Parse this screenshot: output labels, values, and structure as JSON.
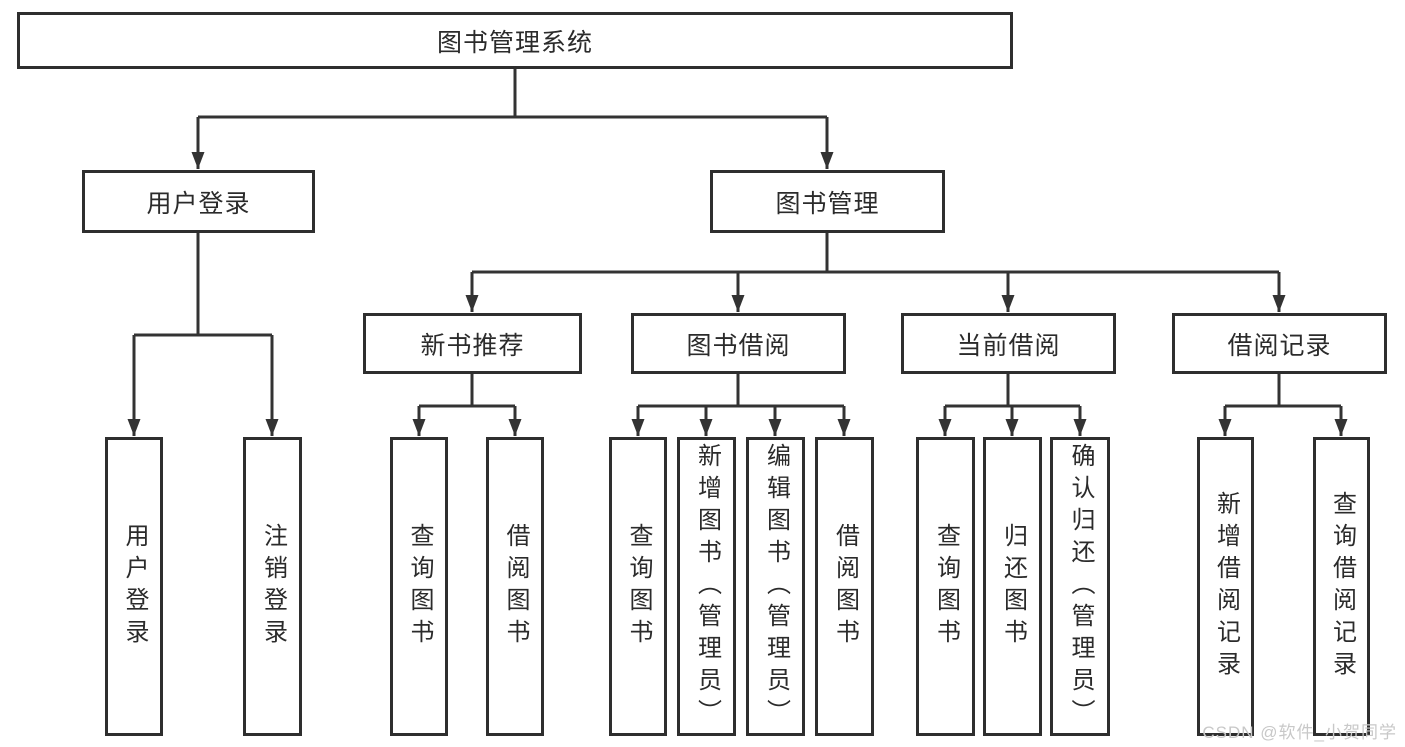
{
  "diagram": {
    "type": "hierarchy-tree",
    "root": {
      "label": "图书管理系统",
      "children": [
        {
          "label": "用户登录",
          "children": [
            {
              "label": "用户登录"
            },
            {
              "label": "注销登录"
            }
          ]
        },
        {
          "label": "图书管理",
          "children": [
            {
              "label": "新书推荐",
              "children": [
                {
                  "label": "查询图书"
                },
                {
                  "label": "借阅图书"
                }
              ]
            },
            {
              "label": "图书借阅",
              "children": [
                {
                  "label": "查询图书"
                },
                {
                  "label": "新增图书（管理员）"
                },
                {
                  "label": "编辑图书（管理员）"
                },
                {
                  "label": "借阅图书"
                }
              ]
            },
            {
              "label": "当前借阅",
              "children": [
                {
                  "label": "查询图书"
                },
                {
                  "label": "归还图书"
                },
                {
                  "label": "确认归还（管理员）"
                }
              ]
            },
            {
              "label": "借阅记录",
              "children": [
                {
                  "label": "新增借阅记录"
                },
                {
                  "label": "查询借阅记录"
                }
              ]
            }
          ]
        }
      ]
    },
    "colors": {
      "line": "#333333",
      "box_border": "#2e2e2e",
      "text": "#2b2b2b",
      "background": "#ffffff",
      "watermark": "#c8c8c8"
    }
  },
  "watermark": {
    "text": "CSDN @软件_小贺同学"
  }
}
